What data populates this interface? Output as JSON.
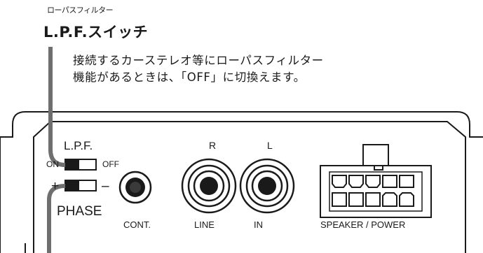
{
  "callout": {
    "ruby": "ローパスフィルター",
    "title": "L.P.F.スイッチ",
    "description_line1": "接続するカーステレオ等にローパスフィルター",
    "description_line2": "機能があるときは、「OFF」に切換えます。"
  },
  "panel": {
    "lpf_label": "L.P.F.",
    "on_label": "ON",
    "off_label": "OFF",
    "plus_label": "+",
    "minus_label": "–",
    "phase_label": "PHASE",
    "cont_label": "CONT.",
    "r_label": "R",
    "l_label": "L",
    "line_label": "LINE",
    "in_label": "IN",
    "speaker_power_label": "SPEAKER / POWER"
  }
}
